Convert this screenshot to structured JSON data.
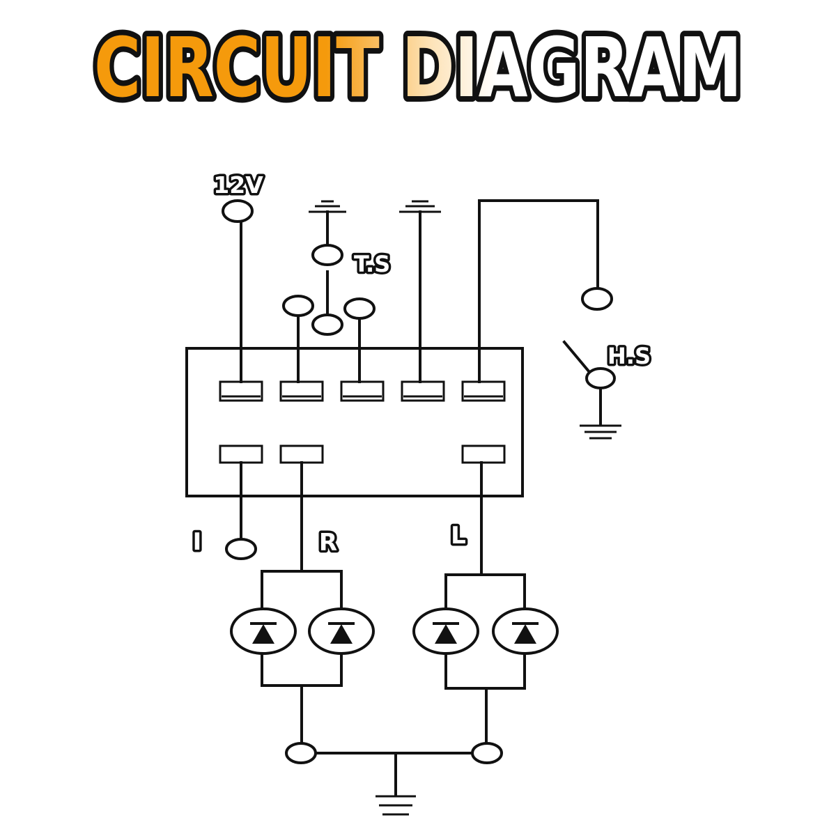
{
  "title": {
    "text": "CIRCUIT DIAGRAM",
    "gradient_start": "#f59a0c",
    "gradient_mid": "#fde3b8",
    "gradient_end": "#ffffff",
    "outline": "#111111"
  },
  "labels": {
    "supply": "12V",
    "turn_switch": "T.S",
    "hazard_switch": "H.S",
    "indicator": "I",
    "right": "R",
    "left": "L"
  },
  "colors": {
    "line": "#111111",
    "background": "#ffffff",
    "label_fill": "#ffffff",
    "label_outline": "#111111"
  },
  "icons": [
    "ground-symbol",
    "switch-symbol",
    "lamp-symbol",
    "terminal-symbol",
    "relay-pin-symbol"
  ]
}
